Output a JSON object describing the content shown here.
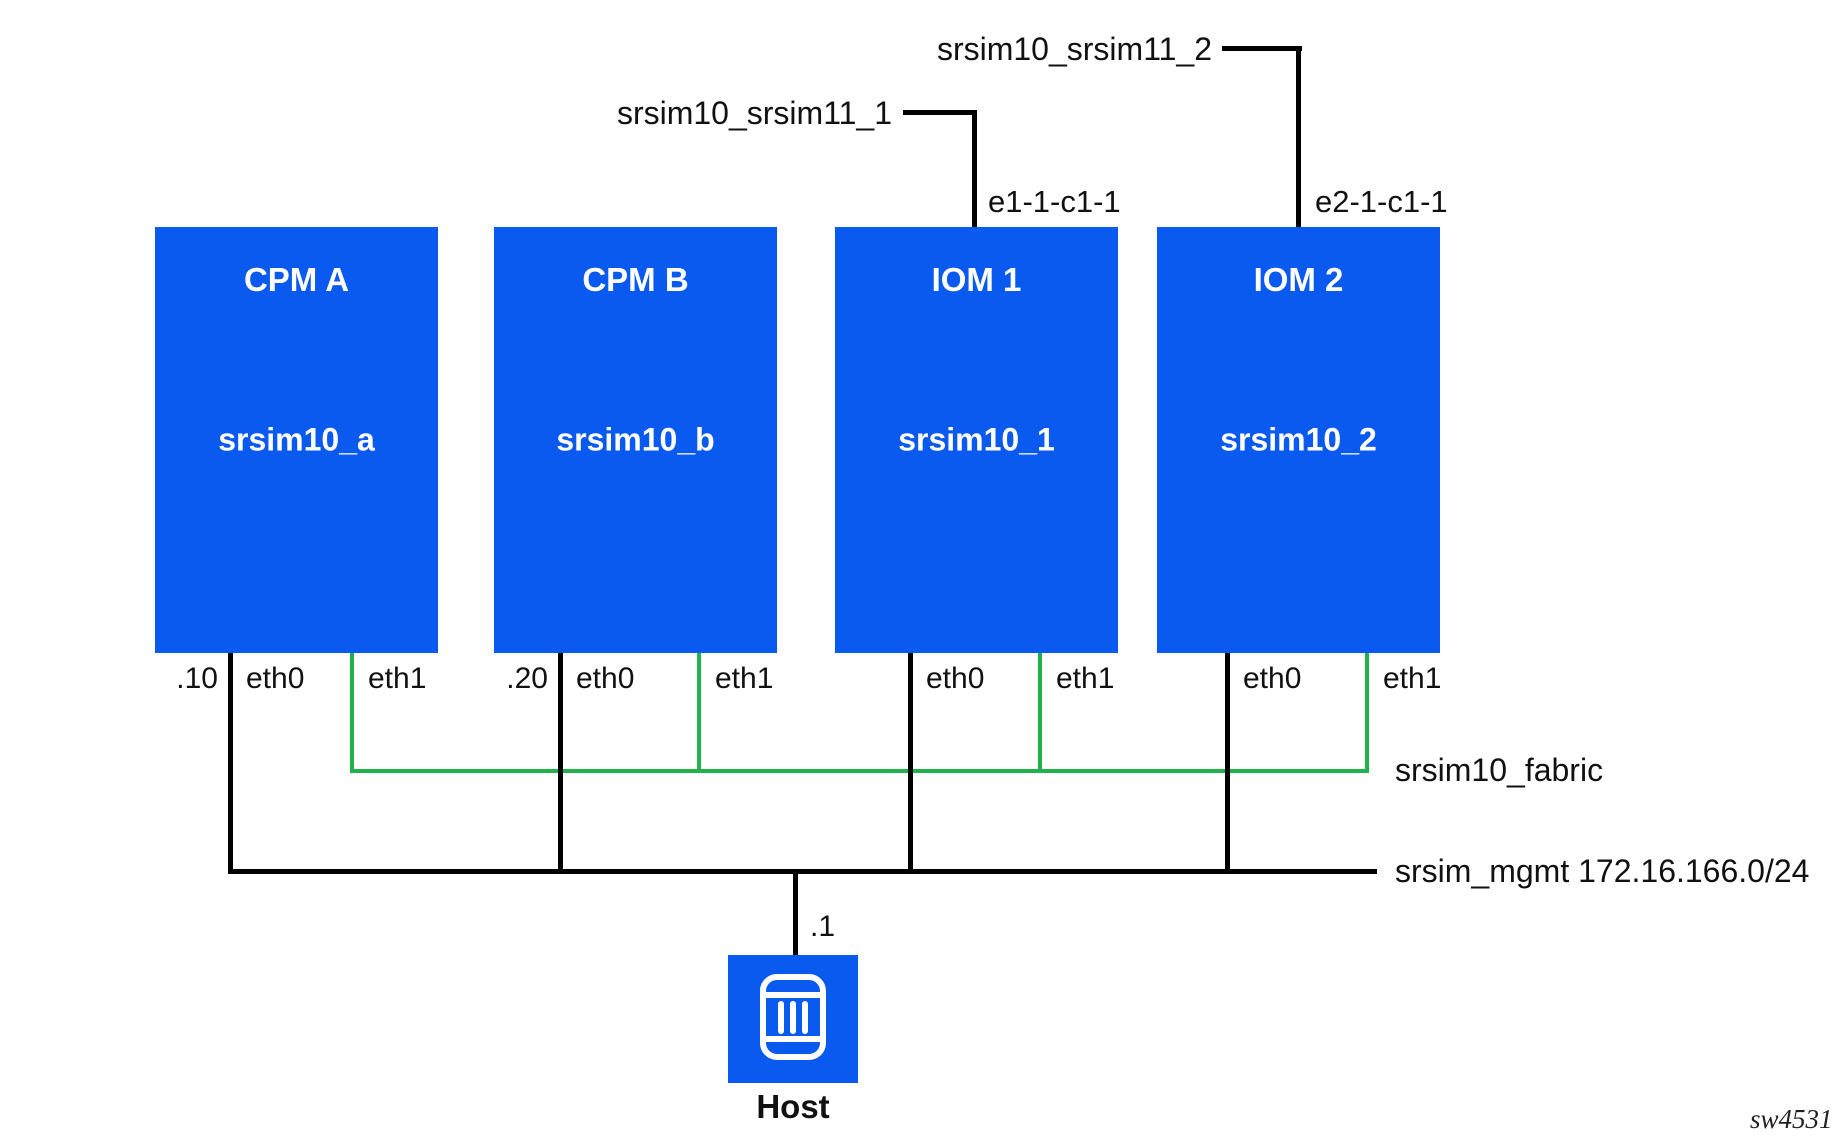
{
  "diagram": {
    "figure_id": "sw4531",
    "colors": {
      "node_blue": "#0a5af0",
      "fabric_green": "#21b24d",
      "line_black": "#000000"
    },
    "nodes": [
      {
        "title": "CPM A",
        "name": "srsim10_a",
        "mgmt_ip_suffix": ".10",
        "ports": [
          "eth0",
          "eth1"
        ]
      },
      {
        "title": "CPM B",
        "name": "srsim10_b",
        "mgmt_ip_suffix": ".20",
        "ports": [
          "eth0",
          "eth1"
        ]
      },
      {
        "title": "IOM 1",
        "name": "srsim10_1",
        "ports": [
          "eth0",
          "eth1"
        ],
        "uplink": {
          "network": "srsim10_srsim11_1",
          "port": "e1-1-c1-1"
        }
      },
      {
        "title": "IOM 2",
        "name": "srsim10_2",
        "ports": [
          "eth0",
          "eth1"
        ],
        "uplink": {
          "network": "srsim10_srsim11_2",
          "port": "e2-1-c1-1"
        }
      }
    ],
    "networks": {
      "fabric": {
        "label": "srsim10_fabric"
      },
      "mgmt": {
        "label": "srsim_mgmt 172.16.166.0/24"
      }
    },
    "host": {
      "label": "Host",
      "mgmt_ip_suffix": ".1"
    }
  }
}
